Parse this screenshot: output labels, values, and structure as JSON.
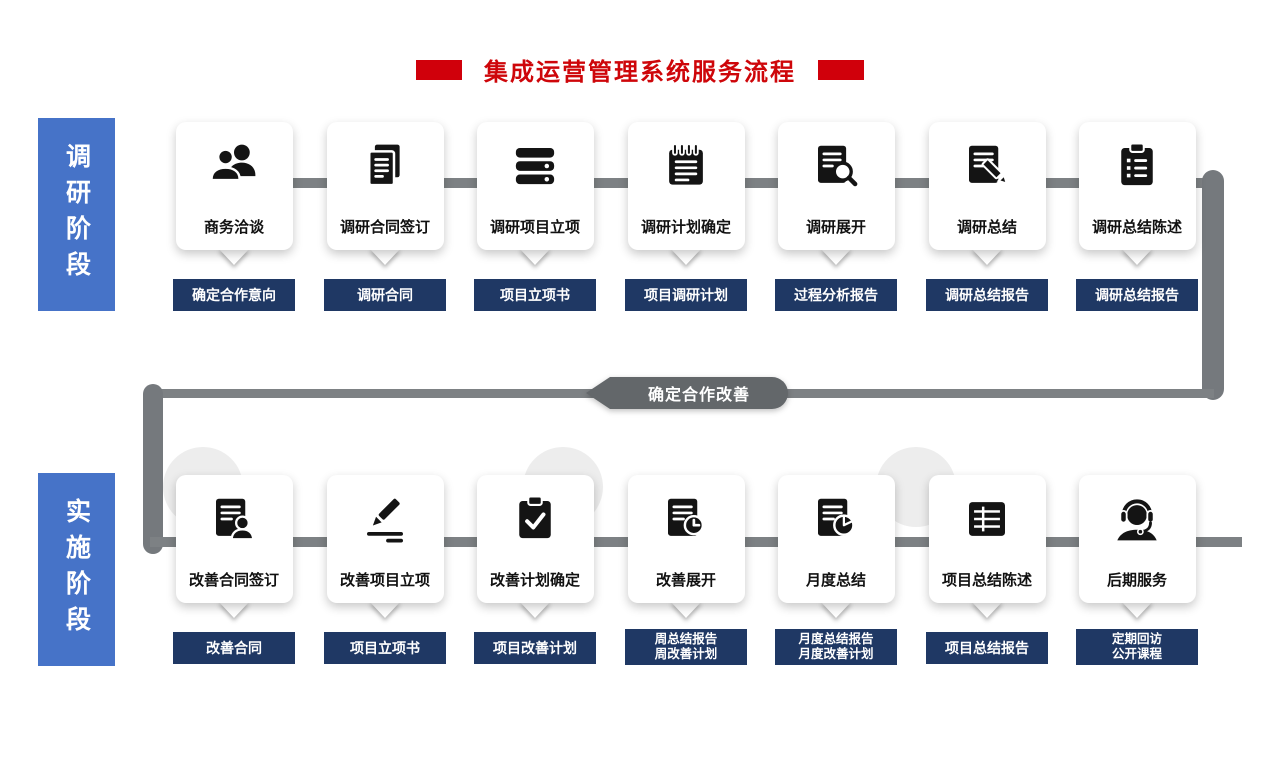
{
  "title": {
    "text": "集成运营管理系统服务流程"
  },
  "transition": {
    "label": "确定合作改善"
  },
  "phases": [
    {
      "label": "调研阶段",
      "steps": [
        {
          "name": "商务洽谈",
          "output": "确定合作意向",
          "icon": "people-icon"
        },
        {
          "name": "调研合同签订",
          "output": "调研合同",
          "icon": "documents-icon"
        },
        {
          "name": "调研项目立项",
          "output": "项目立项书",
          "icon": "list-icon"
        },
        {
          "name": "调研计划确定",
          "output": "项目调研计划",
          "icon": "notepad-icon"
        },
        {
          "name": "调研展开",
          "output": "过程分析报告",
          "icon": "doc-search-icon"
        },
        {
          "name": "调研总结",
          "output": "调研总结报告",
          "icon": "doc-edit-icon"
        },
        {
          "name": "调研总结陈述",
          "output": "调研总结报告",
          "icon": "clipboard-list-icon"
        }
      ]
    },
    {
      "label": "实施阶段",
      "steps": [
        {
          "name": "改善合同签订",
          "output": "改善合同",
          "icon": "doc-person-icon"
        },
        {
          "name": "改善项目立项",
          "output": "项目立项书",
          "icon": "pen-icon"
        },
        {
          "name": "改善计划确定",
          "output": "项目改善计划",
          "icon": "clipboard-check-icon"
        },
        {
          "name": "改善展开",
          "output": "周总结报告\n周改善计划",
          "icon": "doc-clock-icon"
        },
        {
          "name": "月度总结",
          "output": "月度总结报告\n月度改善计划",
          "icon": "doc-pie-icon"
        },
        {
          "name": "项目总结陈述",
          "output": "项目总结报告",
          "icon": "table-icon"
        },
        {
          "name": "后期服务",
          "output": "定期回访\n公开课程",
          "icon": "headset-icon"
        }
      ]
    }
  ],
  "colors": {
    "accent_red": "#D0000B",
    "title_red": "#CE060A",
    "phase_blue": "#4673C8",
    "tag_navy": "#1F3864",
    "line_gray": "#7D8184",
    "pill_gray": "#63676A"
  }
}
